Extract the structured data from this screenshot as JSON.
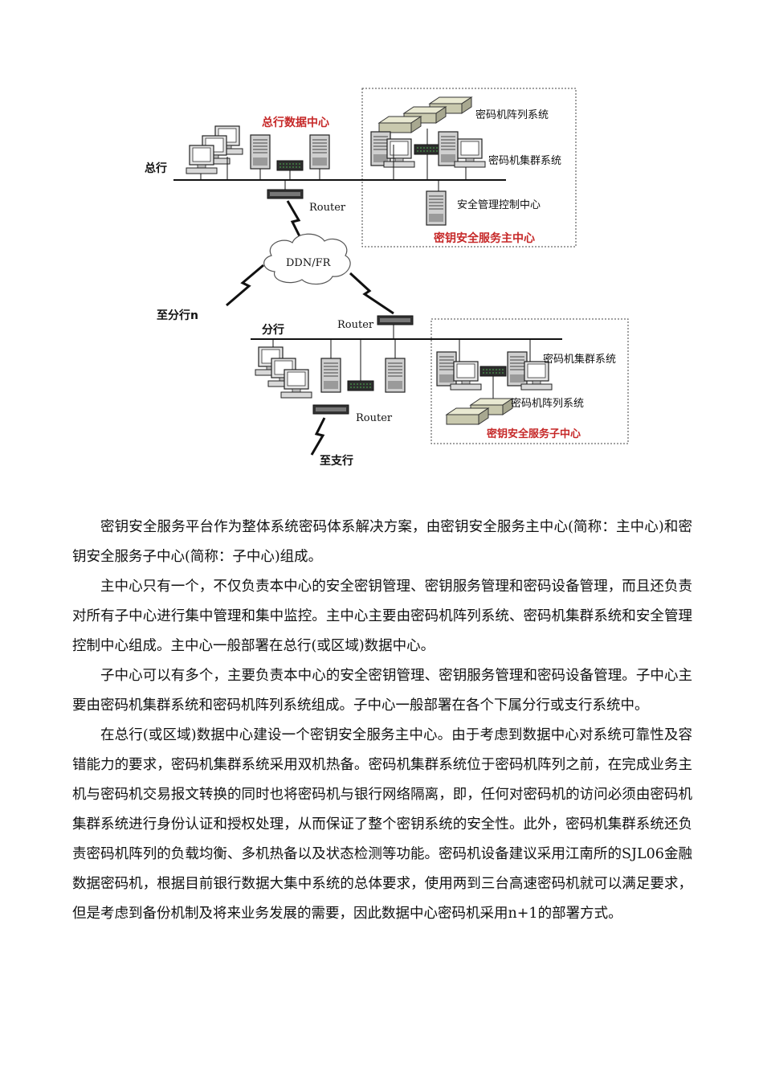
{
  "diagram": {
    "hq_label": "总行",
    "hq_datacenter": "总行数据中心",
    "router": "Router",
    "array_system": "密码机阵列系统",
    "cluster_system": "密码机集群系统",
    "mgmt_center": "安全管理控制中心",
    "main_center": "密钥安全服务主中心",
    "cloud": "DDN/FR",
    "to_branch_n": "至分行n",
    "branch_label": "分行",
    "sub_center": "密钥安全服务子中心",
    "to_subbranch": "至支行"
  },
  "paragraphs": [
    "密钥安全服务平台作为整体系统密码体系解决方案，由密钥安全服务主中心(简称：主中心)和密钥安全服务子中心(简称：子中心)组成。",
    "主中心只有一个，不仅负责本中心的安全密钥管理、密钥服务管理和密码设备管理，而且还负责对所有子中心进行集中管理和集中监控。主中心主要由密码机阵列系统、密码机集群系统和安全管理控制中心组成。主中心一般部署在总行(或区域)数据中心。",
    "子中心可以有多个，主要负责本中心的安全密钥管理、密钥服务管理和密码设备管理。子中心主要由密码机集群系统和密码机阵列系统组成。子中心一般部署在各个下属分行或支行系统中。",
    "在总行(或区域)数据中心建设一个密钥安全服务主中心。由于考虑到数据中心对系统可靠性及容错能力的要求，密码机集群系统采用双机热备。密码机集群系统位于密码机阵列之前，在完成业务主机与密码机交易报文转换的同时也将密码机与银行网络隔离，即，任何对密码机的访问必须由密码机集群系统进行身份认证和授权处理，从而保证了整个密钥系统的安全性。此外，密码机集群系统还负责密码机阵列的负载均衡、多机热备以及状态检测等功能。密码机设备建议采用江南所的SJL06金融数据密码机，根据目前银行数据大集中系统的总体要求，使用两到三台高速密码机就可以满足要求，但是考虑到备份机制及将来业务发展的需要，因此数据中心密码机采用n+1的部署方式。"
  ]
}
